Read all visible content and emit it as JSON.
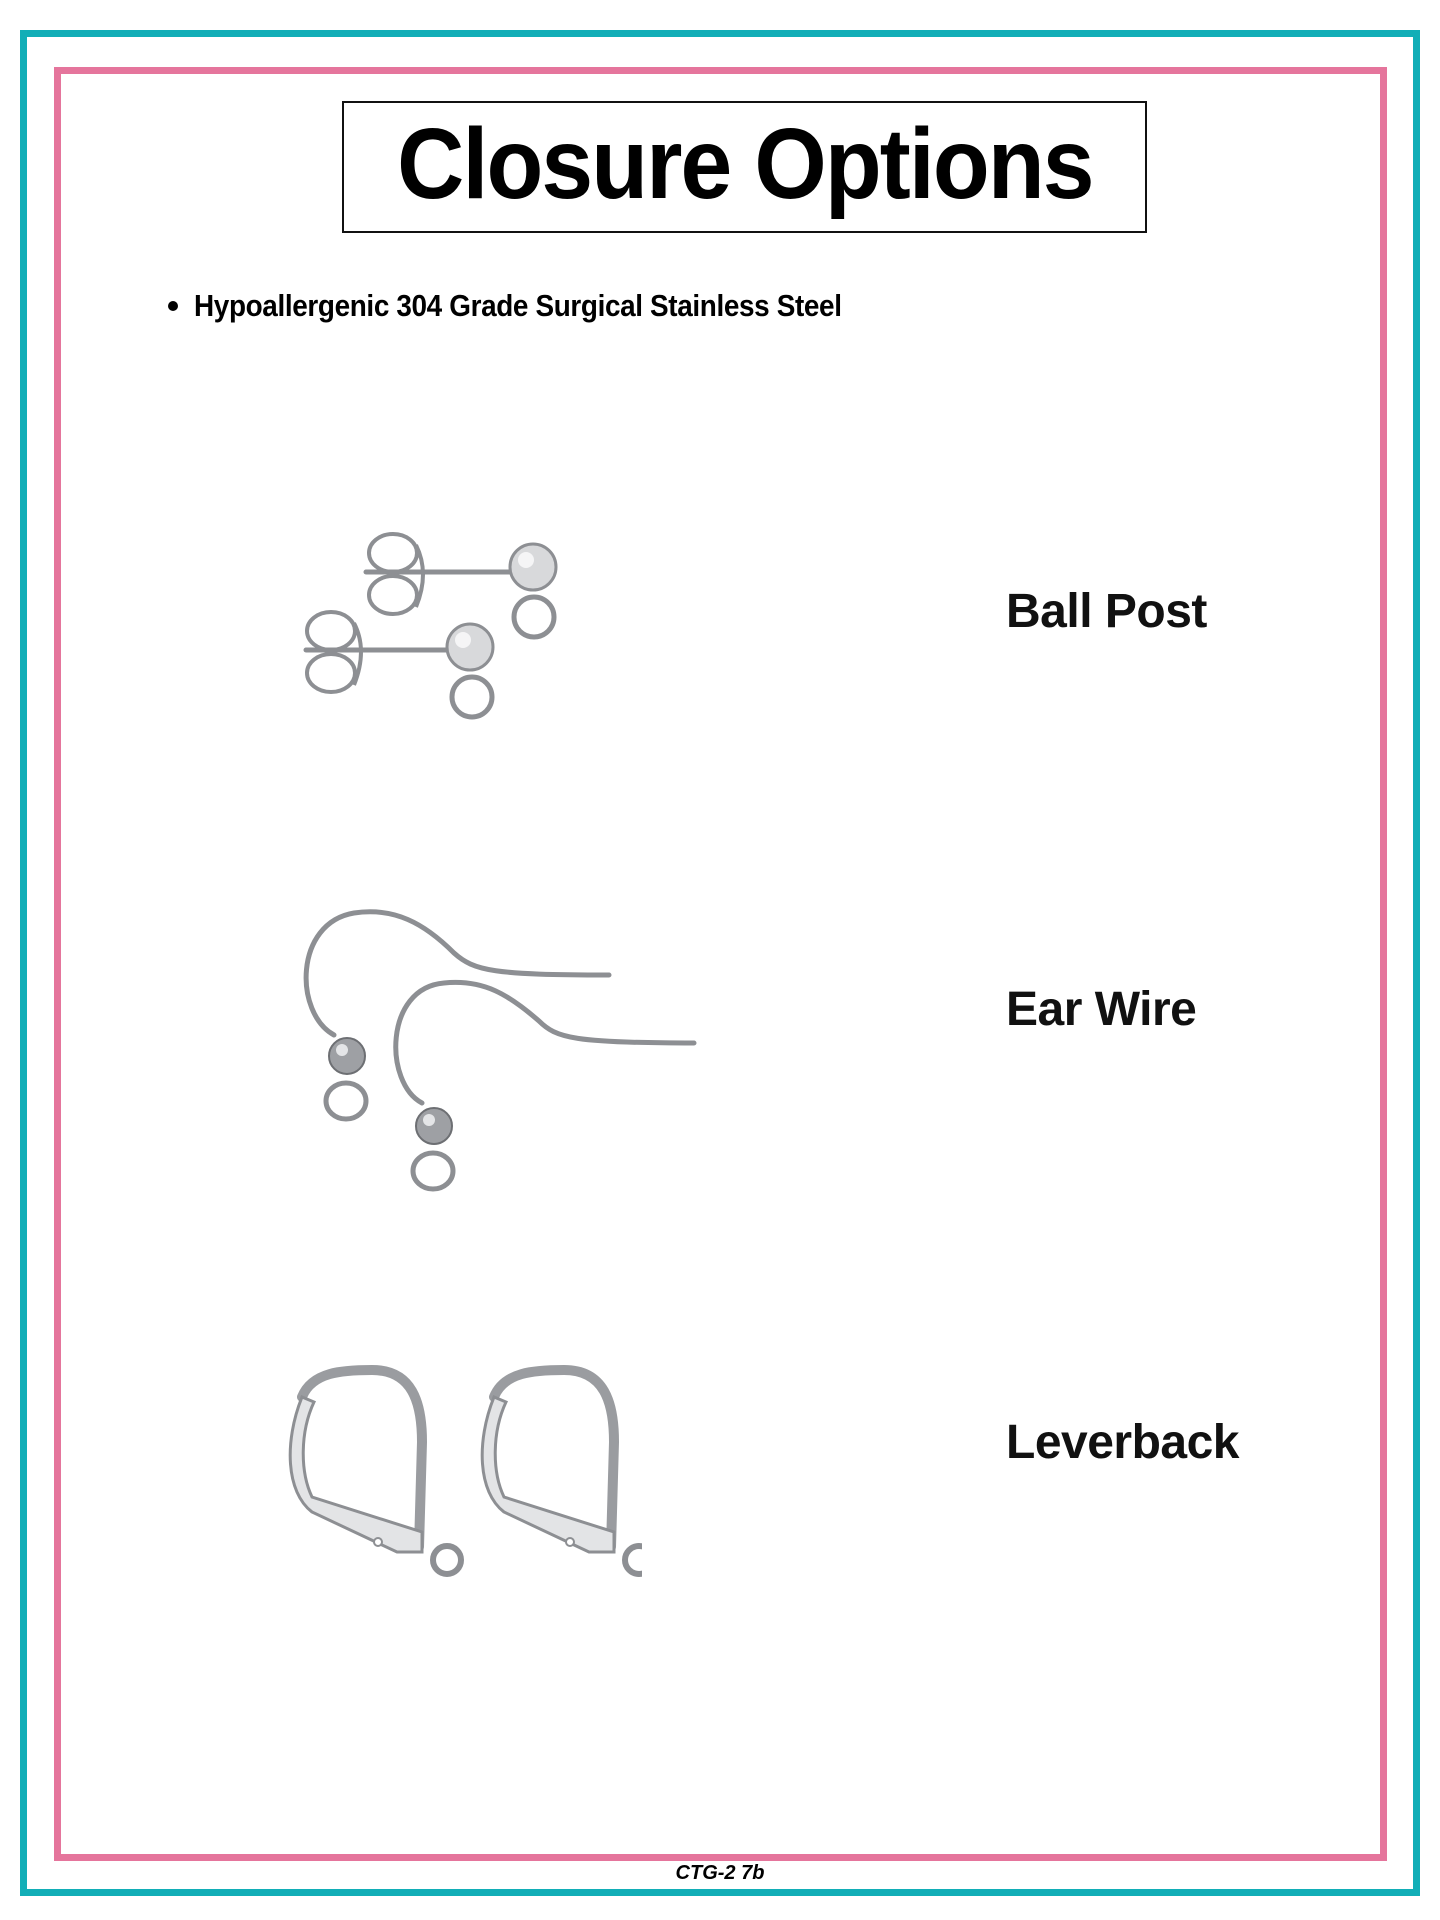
{
  "title": "Closure Options",
  "bullets": [
    "Hypoallergenic 304 Grade Surgical Stainless Steel"
  ],
  "options": [
    {
      "label": "Ball Post",
      "icon": "ball-post-earring-icon"
    },
    {
      "label": "Ear Wire",
      "icon": "ear-wire-earring-icon"
    },
    {
      "label": "Leverback",
      "icon": "leverback-earring-icon"
    }
  ],
  "footer": {
    "code": "CTG-2 7b"
  },
  "colors": {
    "outer_border": "#12AEB7",
    "inner_border": "#E5759C",
    "text": "#111111",
    "metal": "#8d8f93"
  }
}
